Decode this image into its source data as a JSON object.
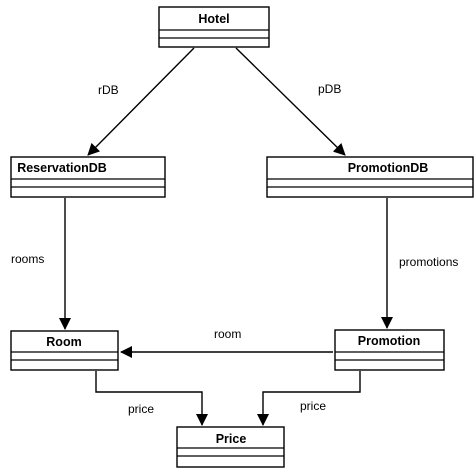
{
  "classes": {
    "hotel": {
      "name": "Hotel"
    },
    "reservation_db": {
      "name": "ReservationDB"
    },
    "promotion_db": {
      "name": "PromotionDB"
    },
    "room": {
      "name": "Room"
    },
    "promotion": {
      "name": "Promotion"
    },
    "price": {
      "name": "Price"
    }
  },
  "associations": {
    "hotel_reservation": "rDB",
    "hotel_promotion": "pDB",
    "reservation_room": "rooms",
    "promotiondb_promotion": "promotions",
    "promotion_room": "room",
    "room_price": "price",
    "promotion_price": "price"
  },
  "colors": {
    "line": "#000000",
    "fill": "#ffffff"
  }
}
